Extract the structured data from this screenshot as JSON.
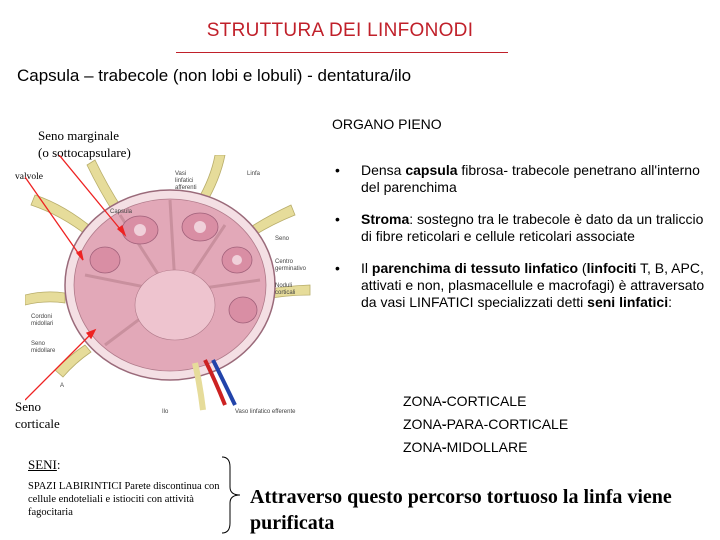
{
  "title": "STRUTTURA DEI LINFONODI",
  "subtitle": "Capsula – trabecole  (non lobi e lobuli) - dentatura/ilo",
  "left_labels": {
    "seno_marginale": [
      "Seno marginale",
      "(o sottocapsulare)"
    ],
    "valvole": "valvole",
    "seno_corticale": [
      "Seno",
      "corticale"
    ]
  },
  "seni": {
    "label": "SENI",
    "colon": ":",
    "description": "SPAZI LABIRINTICI Parete discontinua con cellule endoteliali e istiociti con attività fagocitaria"
  },
  "diagram_labels": {
    "linfa": "Linfa",
    "vasi_afferenti": [
      "Vasi",
      "linfatici",
      "afferenti"
    ],
    "capsula": "Capsula",
    "seno": "Seno",
    "centro_germinativo": [
      "Centro",
      "germinativo"
    ],
    "noduli_corticali": [
      "Noduli",
      "corticali"
    ],
    "cordoni_midollari": [
      "Cordoni",
      "midollari"
    ],
    "seno_midollare": [
      "Seno",
      "midollare"
    ],
    "letter_a": "A",
    "ilo": "Ilo",
    "vaso_efferente": "Vaso linfatico efferente"
  },
  "organo": "ORGANO PIENO",
  "bullets": {
    "b1": {
      "dot": "•",
      "pre": "Densa ",
      "bold": "capsula",
      "post": " fibrosa- trabecole penetrano all'interno del parenchima"
    },
    "b2": {
      "dot": "•",
      "bold": "Stroma",
      "post": ": sostegno tra le trabecole è dato da un traliccio di fibre reticolari e cellule reticolari associate"
    },
    "b3": {
      "dot": "•",
      "pre": "Il ",
      "bold": "parenchima di tessuto linfatico",
      "mid1": " (",
      "bold2": "linfociti",
      "mid2": " T, B, APC, attivati e non, plasmacellule e macrofagi) è attraversato da vasi LINFATICI specializzati detti ",
      "bold3": "seni linfatici",
      "post": ":"
    }
  },
  "zones": [
    {
      "pre": "ZONA",
      "dash": "-",
      "post": "CORTICALE"
    },
    {
      "pre": "ZONA",
      "dash": "-",
      "post": "PARA-CORTICALE"
    },
    {
      "pre": "ZONA",
      "dash": "-",
      "post": "MIDOLLARE"
    }
  ],
  "conclusion": "Attraverso questo percorso tortuoso la linfa viene purificata",
  "colors": {
    "title": "#c0202a",
    "node_fill": "#e2a8b8",
    "vessel_yellow": "#e6dc9a",
    "arrow": "#ee2222"
  }
}
